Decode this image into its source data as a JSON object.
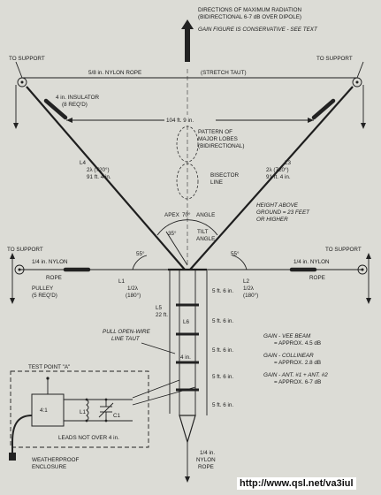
{
  "header": {
    "line1": "DIRECTIONS OF MAXIMUM RADIATION",
    "line2": "(BIDIRECTIONAL 6-7 dB OVER DIPOLE)",
    "line3": "GAIN FIGURE IS CONSERVATIVE - SEE TEXT"
  },
  "supports": {
    "top_left": "TO SUPPORT",
    "top_right": "TO SUPPORT",
    "mid_left": "TO SUPPORT",
    "mid_right": "TO SUPPORT"
  },
  "top_rope": {
    "left": "5/8 in. NYLON ROPE",
    "right": "(STRETCH TAUT)"
  },
  "insulator": {
    "line1": "4 in. INSULATOR",
    "line2": "(8 REQ'D)"
  },
  "span_width": "104 ft. 9 in.",
  "lobes": {
    "line1": "PATTERN OF",
    "line2": "MAJOR LOBES",
    "line3": "(BIDIRECTIONAL)"
  },
  "bisector": {
    "line1": "BISECTOR",
    "line2": "LINE"
  },
  "leg_left": {
    "name": "L4",
    "wl": "2λ (720°)",
    "len": "91 ft. 4 in."
  },
  "leg_right": {
    "name": "L3",
    "wl": "2λ (720°)",
    "len": "91 ft. 4 in."
  },
  "apex": {
    "label": "APEX",
    "angle": "70°",
    "angle_word": "ANGLE",
    "half": "35°",
    "tilt1": "TILT",
    "tilt2": "ANGLE"
  },
  "height": {
    "line1": "HEIGHT ABOVE",
    "line2": "GROUND = 23 FEET",
    "line3": "OR HIGHER"
  },
  "angle_left": "55°",
  "angle_right": "55°",
  "rope_left": {
    "line1": "1/4 in. NYLON",
    "line2": "ROPE"
  },
  "rope_right": {
    "line1": "1/4 in. NYLON",
    "line2": "ROPE"
  },
  "pulley": {
    "line1": "PULLEY",
    "line2": "(5 REQ'D)"
  },
  "l1": {
    "name": "L1",
    "wl": "1/2λ",
    "deg": "(180°)"
  },
  "l2": {
    "name": "L2",
    "wl": "1/2λ",
    "deg": "(180°)"
  },
  "spacings": [
    "5 ft. 6 in.",
    "5 ft. 6 in.",
    "5 ft. 6 in.",
    "5 ft. 6 in.",
    "5 ft. 6 in."
  ],
  "l5": {
    "name": "L5",
    "len": "22 ft."
  },
  "l6": "L6",
  "line_spacing": "4 in.",
  "pull": {
    "line1": "PULL OPEN-WIRE",
    "line2": "LINE TAUT"
  },
  "gain": {
    "vee1": "GAIN - VEE BEAM",
    "vee2": "= APPROX. 4.5 dB",
    "col1": "GAIN - COLLINEAR",
    "col2": "= APPROX. 2.8 dB",
    "ant1": "GAIN - ANT. #1 + ANT. #2",
    "ant2": "= APPROX. 6-7 dB"
  },
  "test_point": "TEST POINT \"A\"",
  "balun": "4:1",
  "coil": "L1",
  "cap": "C1",
  "leads": "LEADS NOT OVER 4 in.",
  "enclosure": {
    "line1": "WEATHERPROOF",
    "line2": "ENCLOSURE"
  },
  "bottom_rope": {
    "line1": "1/4 in.",
    "line2": "NYLON",
    "line3": "ROPE"
  },
  "url": "http://www.qsl.net/va3iul",
  "colors": {
    "paper": "#dcdcd6",
    "ink": "#1e1e1e"
  }
}
